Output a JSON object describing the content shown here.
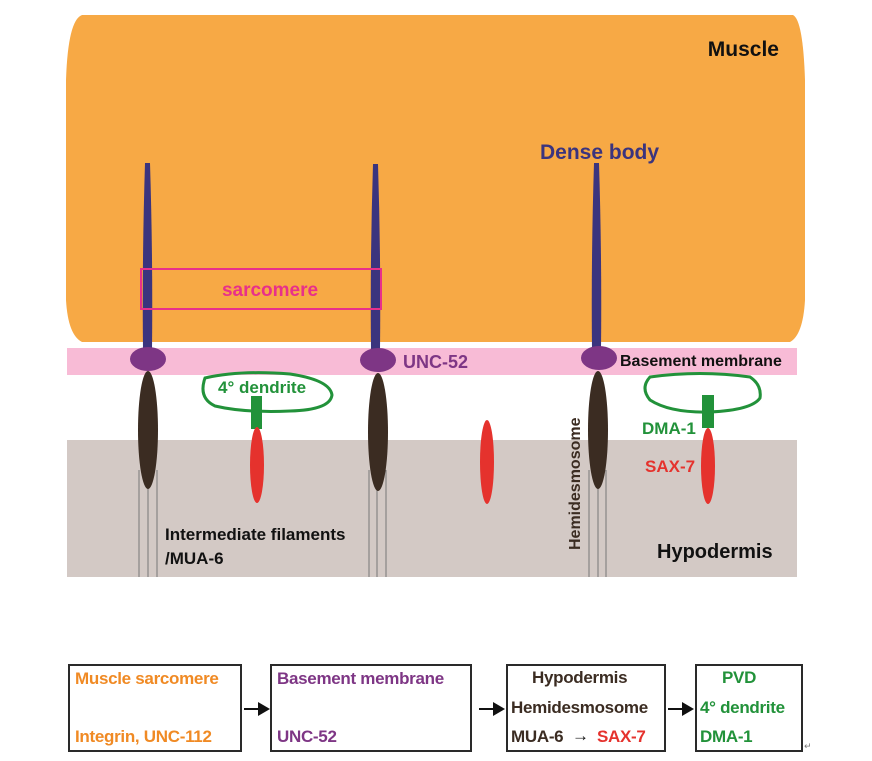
{
  "diagram": {
    "labels": {
      "muscle": "Muscle",
      "dense_body": "Dense body",
      "sarcomere": "sarcomere",
      "unc52": "UNC-52",
      "basement_membrane": "Basement membrane",
      "dendrite": "4° dendrite",
      "hemidesmosome": "Hemidesmosome",
      "dma1": "DMA-1",
      "sax7": "SAX-7",
      "intermediate_filaments_line1": "Intermediate filaments",
      "intermediate_filaments_line2": "/MUA-6",
      "hypodermis": "Hypodermis"
    },
    "colors": {
      "muscle": "#F7A945",
      "dense_body": "#3B347E",
      "sarcomere": "#E8308A",
      "basement_membrane": "#F8BBD6",
      "unc52": "#7E3685",
      "hypodermis": "#D3C9C5",
      "hemidesmosome": "#3B2C22",
      "dendrite": "#22923A",
      "sax7": "#E5322D",
      "text_dark": "#111111"
    }
  },
  "flow": {
    "boxes": [
      {
        "title": "Muscle sarcomere",
        "detail": "Integrin, UNC-112",
        "color": "#F08A24"
      },
      {
        "title": "Basement membrane",
        "detail": "UNC-52",
        "color": "#7E3685"
      },
      {
        "title": "Hypodermis",
        "subtitle": "Hemidesmosome",
        "detail_a": "MUA-6",
        "detail_arrow": "→",
        "detail_b": "SAX-7",
        "color": "#3B2C22",
        "color_b": "#E5322D"
      },
      {
        "title": "PVD",
        "subtitle": "4° dendrite",
        "detail": "DMA-1",
        "color": "#22923A"
      }
    ],
    "return_mark": "↵"
  }
}
